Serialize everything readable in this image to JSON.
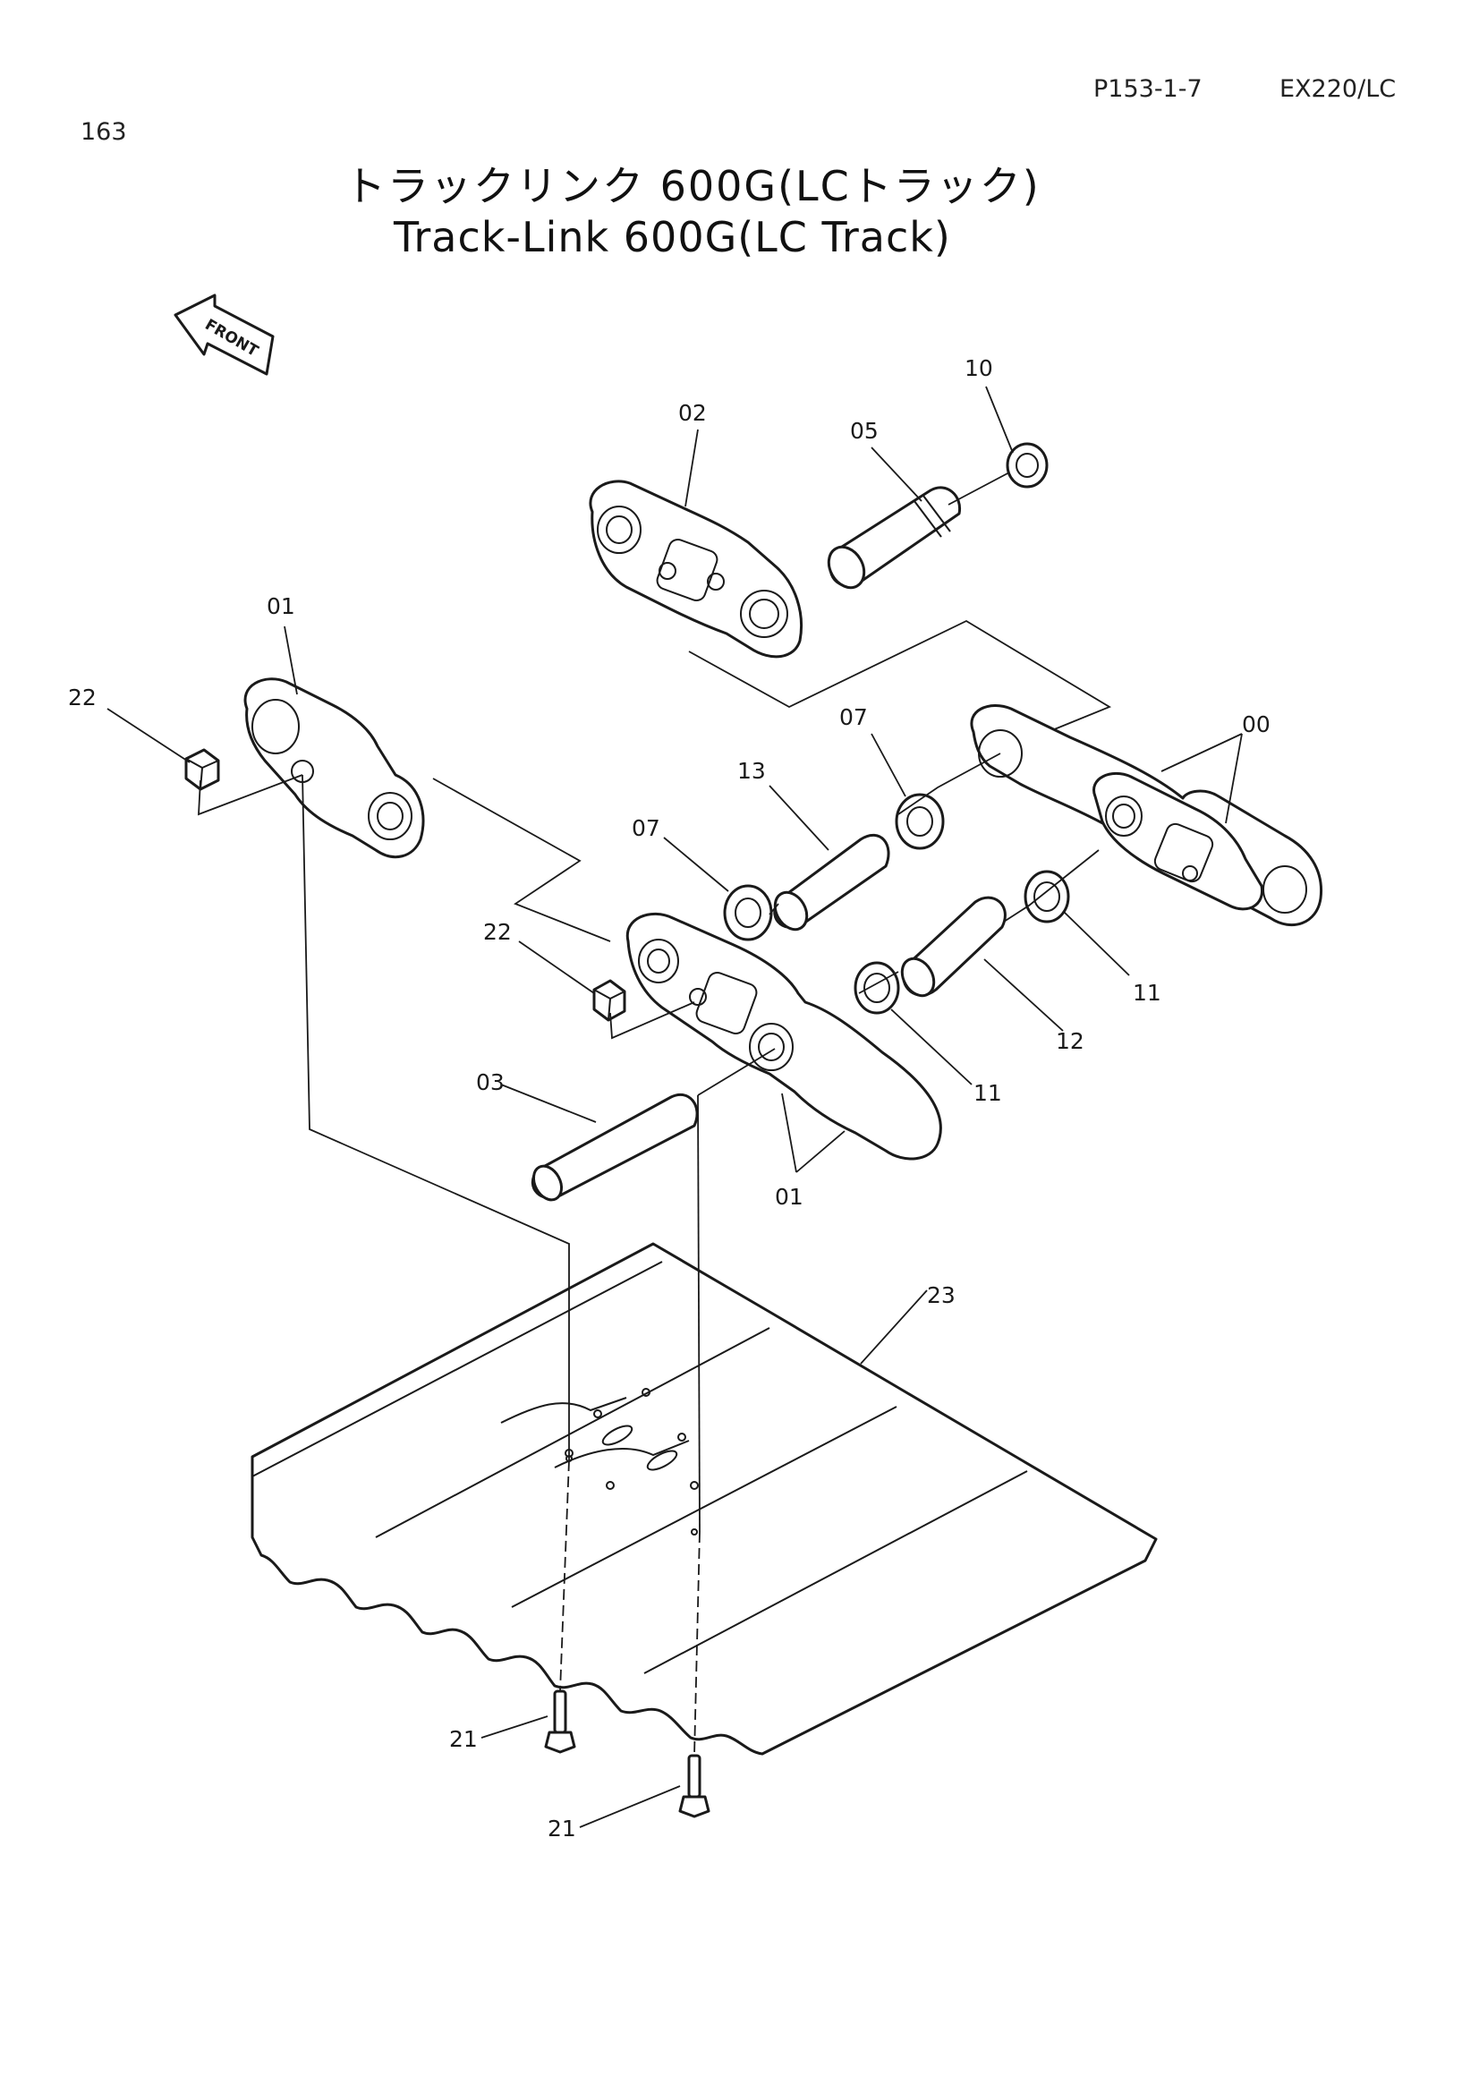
{
  "header": {
    "page_ref": "P153-1-7",
    "model": "EX220/LC",
    "page_number": "163"
  },
  "title": {
    "japanese": "トラックリンク 600G(LCトラック)",
    "english": "Track-Link 600G(LC Track)"
  },
  "front_label": "FRONT",
  "callouts": {
    "c00": "00",
    "c01_top": "01",
    "c01_bottom": "01",
    "c02": "02",
    "c03": "03",
    "c05": "05",
    "c07_upper": "07",
    "c07_lower": "07",
    "c10": "10",
    "c11_right": "11",
    "c11_lower": "11",
    "c12": "12",
    "c13": "13",
    "c21_upper": "21",
    "c21_lower": "21",
    "c22_left": "22",
    "c22_mid": "22",
    "c23": "23"
  }
}
